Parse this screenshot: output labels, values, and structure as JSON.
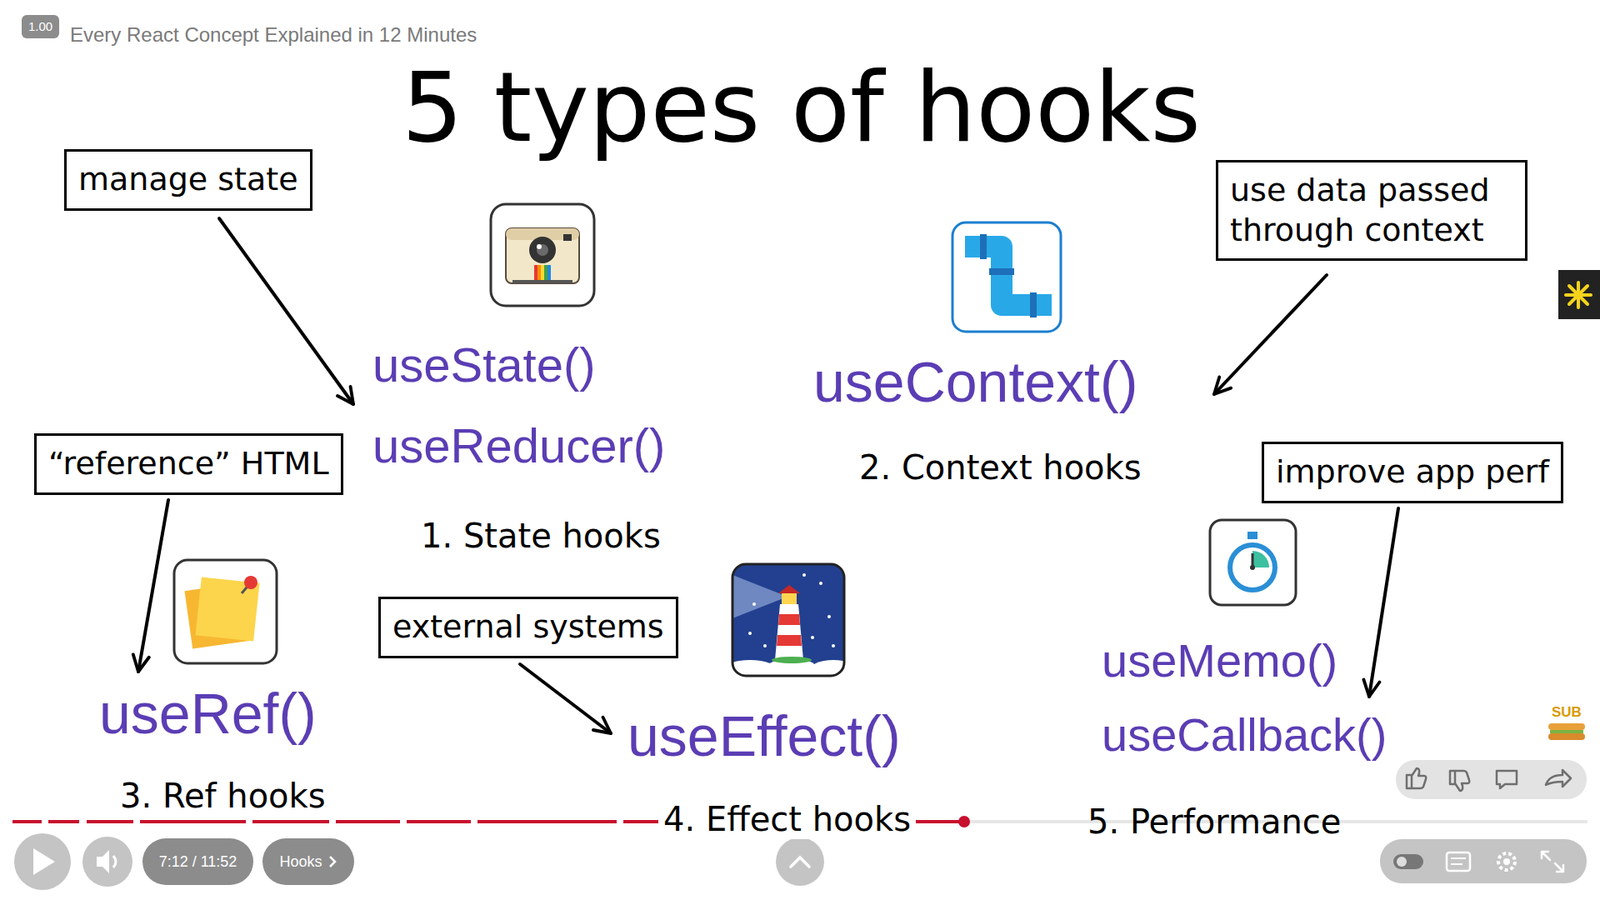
{
  "diagram": {
    "title": "5 types of hooks",
    "nodes": [
      {
        "text": [
          "1.00"
        ]
      },
      {
        "text": [
          "manage state"
        ]
      },
      {
        "text": [
          "use data passed through context"
        ]
      },
      {
        "text": [
          "“reference” HTML"
        ]
      },
      {
        "text": [
          "improve app perf"
        ]
      },
      {
        "text": [
          "external systems"
        ]
      },
      {
        "text": [
          "7:12 / 11:52"
        ]
      },
      {
        "text": [
          "Hooks"
        ]
      }
    ],
    "labels": [
      "Every React Concept Explained in 12 Minutes",
      "useState()",
      "useContext()",
      "useReducer()",
      "2. Context hooks",
      "1. State hooks",
      "useMemo()",
      "useRef()",
      "useEffect()",
      "useCallback()",
      "3. Ref hooks",
      "4. Effect hooks",
      "5. Performance",
      "SUB"
    ]
  }
}
